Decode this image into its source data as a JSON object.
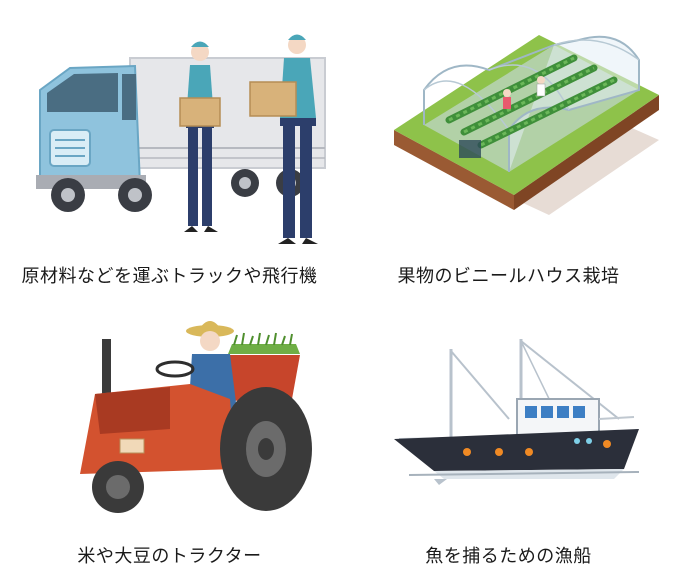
{
  "panels": [
    {
      "caption": "原材料などを運ぶトラックや飛行機"
    },
    {
      "caption": "果物のビニールハウス栽培"
    },
    {
      "caption": "米や大豆のトラクター"
    },
    {
      "caption": "魚を捕るための漁船"
    }
  ]
}
